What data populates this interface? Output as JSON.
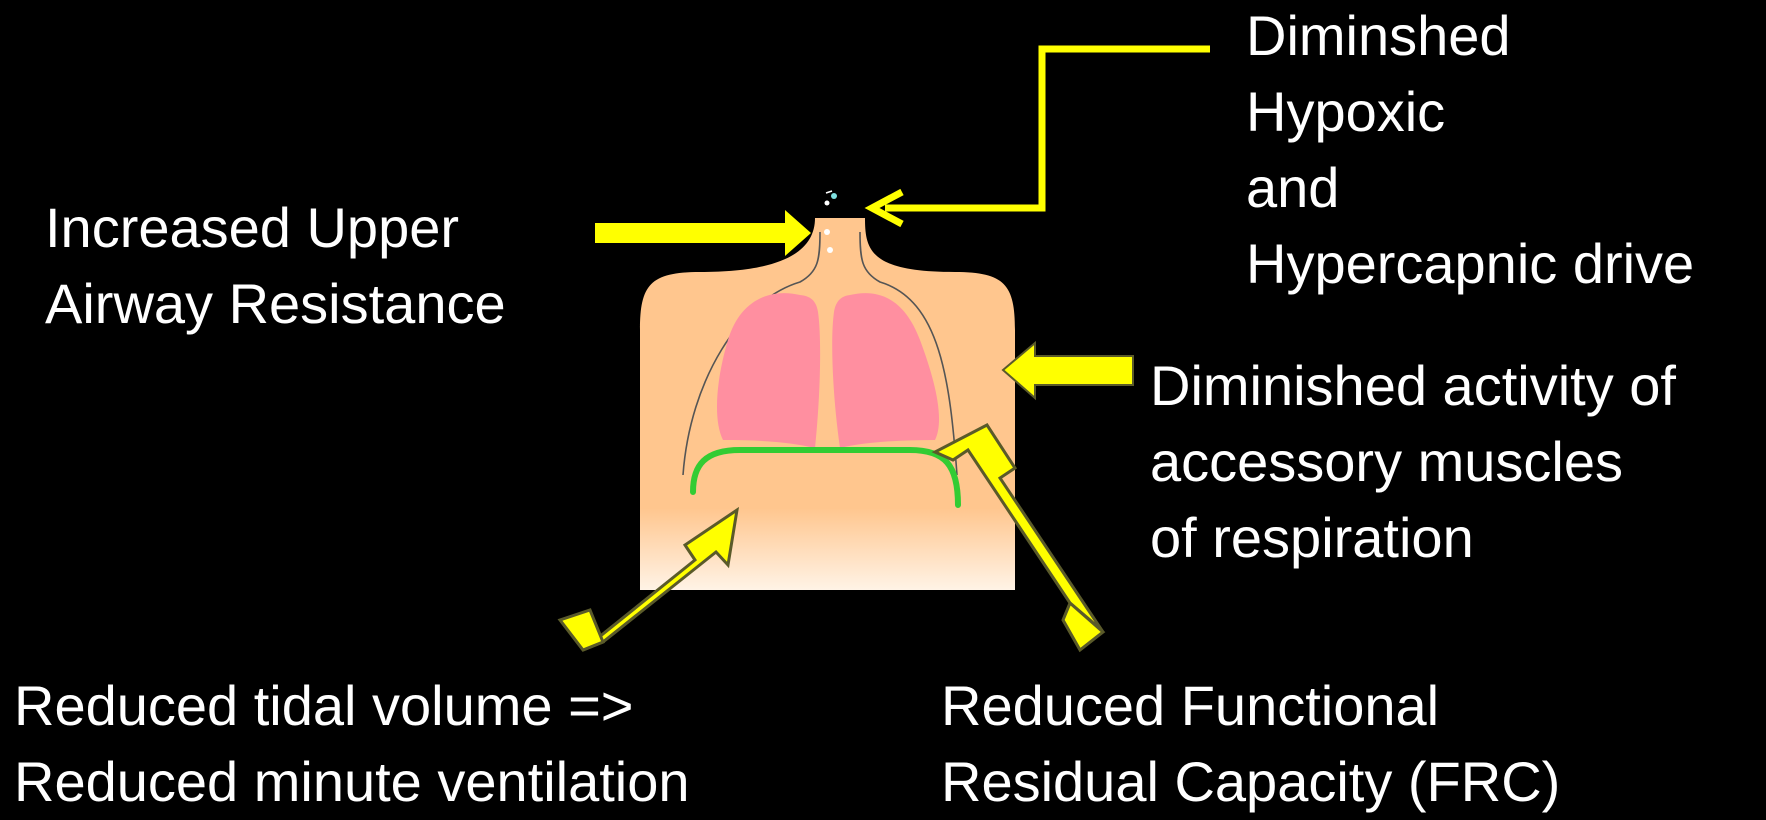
{
  "labels": {
    "hypoxic_drive": [
      "Diminshed",
      "Hypoxic",
      "and",
      "Hypercapnic drive"
    ],
    "upper_airway": [
      "Increased Upper",
      "Airway Resistance"
    ],
    "accessory_muscles": [
      "Diminished activity of",
      "accessory  muscles",
      "of respiration"
    ],
    "tidal_volume": [
      "Reduced tidal volume =>",
      "Reduced minute ventilation"
    ],
    "frc": [
      "Reduced Functional",
      "Residual  Capacity (FRC)"
    ]
  },
  "colors": {
    "background": "#000000",
    "text": "#ffffff",
    "arrow": "#ffff00",
    "arrow_outline": "#5a5a2a",
    "torso": "#ffc68e",
    "lungs": "#ff8fa0",
    "diaphragm": "#33cc33"
  }
}
